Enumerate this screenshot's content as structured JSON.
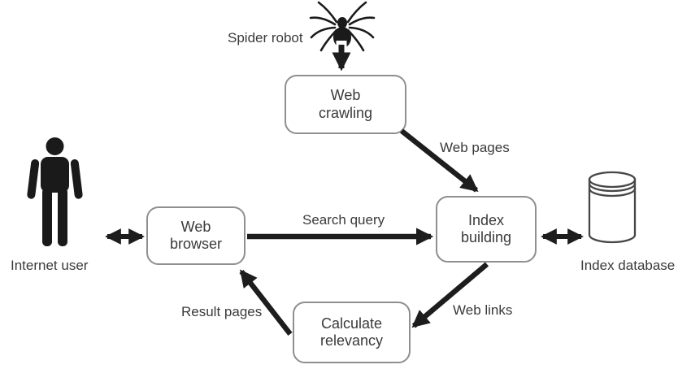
{
  "diagram": {
    "background": "#ffffff",
    "colors": {
      "arrow": "#1d1d1d",
      "node_border": "#8f8f8f",
      "text": "#3a3a3a",
      "icon": "#1a1a1a",
      "database_outline": "#474747"
    },
    "nodes": [
      {
        "id": "web-crawling",
        "label": "Web crawling"
      },
      {
        "id": "index-building",
        "label": "Index building"
      },
      {
        "id": "web-browser",
        "label": "Web browser"
      },
      {
        "id": "calculate-relevancy",
        "label": "Calculate relevancy"
      }
    ],
    "actors": [
      {
        "id": "spider-robot",
        "label": "Spider robot",
        "icon": "spider-icon"
      },
      {
        "id": "internet-user",
        "label": "Internet user",
        "icon": "person-icon"
      },
      {
        "id": "index-database",
        "label": "Index database",
        "icon": "database-icon"
      }
    ],
    "edges": [
      {
        "from": "spider-robot",
        "to": "web-crawling",
        "label": "",
        "arrows": "one-way"
      },
      {
        "from": "web-crawling",
        "to": "index-building",
        "label": "Web pages",
        "arrows": "one-way"
      },
      {
        "from": "web-browser",
        "to": "index-building",
        "label": "Search query",
        "arrows": "one-way"
      },
      {
        "from": "index-building",
        "to": "index-database",
        "label": "",
        "arrows": "two-way"
      },
      {
        "from": "internet-user",
        "to": "web-browser",
        "label": "",
        "arrows": "two-way"
      },
      {
        "from": "index-building",
        "to": "calculate-relevancy",
        "label": "Web links",
        "arrows": "one-way"
      },
      {
        "from": "calculate-relevancy",
        "to": "web-browser",
        "label": "Result pages",
        "arrows": "one-way"
      }
    ]
  }
}
